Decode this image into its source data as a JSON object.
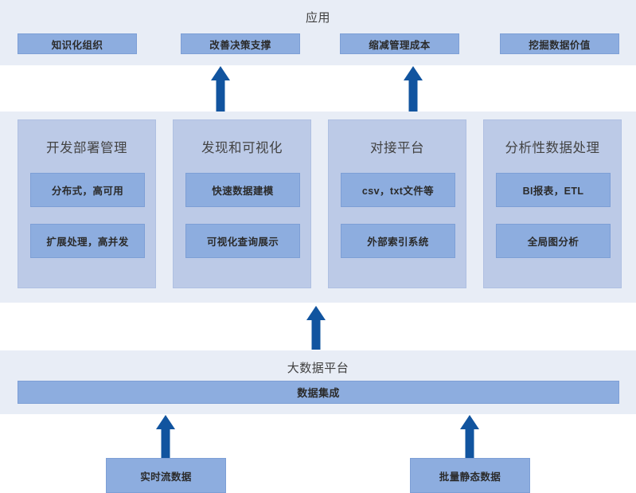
{
  "application": {
    "title": "应用",
    "boxes": [
      {
        "label": "知识化组织"
      },
      {
        "label": "改善决策支撑"
      },
      {
        "label": "缩减管理成本"
      },
      {
        "label": "挖掘数据价值"
      }
    ]
  },
  "capabilities": {
    "cards": [
      {
        "title": "开发部署管理",
        "items": [
          {
            "label": "分布式，高可用"
          },
          {
            "label": "扩展处理，高并发"
          }
        ]
      },
      {
        "title": "发现和可视化",
        "items": [
          {
            "label": "快速数据建模"
          },
          {
            "label": "可视化查询展示"
          }
        ]
      },
      {
        "title": "对接平台",
        "items": [
          {
            "label": "csv，txt文件等"
          },
          {
            "label": "外部索引系统"
          }
        ]
      },
      {
        "title": "分析性数据处理",
        "items": [
          {
            "label": "BI报表，ETL"
          },
          {
            "label": "全局图分析"
          }
        ]
      }
    ]
  },
  "platform": {
    "title": "大数据平台",
    "integration_bar": "数据集成"
  },
  "sources": {
    "boxes": [
      {
        "label": "实时流数据"
      },
      {
        "label": "批量静态数据"
      }
    ]
  },
  "arrows": {
    "icon_name": "arrow-up-icon",
    "color": "#11549f",
    "items": [
      {
        "name": "arrow-up-to-application-1"
      },
      {
        "name": "arrow-up-to-application-2"
      },
      {
        "name": "arrow-up-to-capabilities"
      },
      {
        "name": "arrow-up-to-platform-1"
      },
      {
        "name": "arrow-up-to-platform-2"
      }
    ]
  },
  "colors": {
    "band_background": "#e8edf6",
    "card_background": "#bccae7",
    "box_fill": "#8daddf",
    "arrow": "#11549f",
    "page_background": "#ffffff",
    "text": "#2b2b2b"
  }
}
